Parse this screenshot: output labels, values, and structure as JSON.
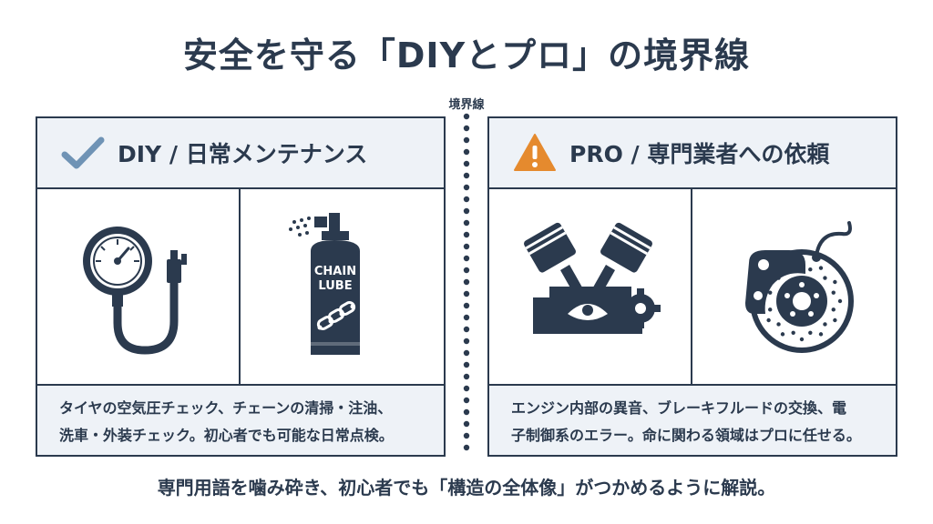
{
  "title": "安全を守る「DIYとプロ」の境界線",
  "divider": {
    "label": "境界線"
  },
  "diy": {
    "header": "DIY / 日常メンテナンス",
    "header_icon": "checkmark-icon",
    "icons": [
      "tire-pressure-gauge-icon",
      "chain-lube-spray-icon"
    ],
    "can_label_line1": "CHAIN",
    "can_label_line2": "LUBE",
    "description_line1": "タイヤの空気圧チェック、チェーンの清掃・注油、",
    "description_line2": "洗車・外装チェック。初心者でも可能な日常点検。"
  },
  "pro": {
    "header": "PRO / 専門業者への依頼",
    "header_icon": "warning-triangle-icon",
    "icons": [
      "engine-pistons-icon",
      "brake-disc-caliper-icon"
    ],
    "description_line1": "エンジン内部の異音、ブレーキフルードの交換、電",
    "description_line2": "子制御系のエラー。命に関わる領域はプロに任せる。"
  },
  "footer": "専門用語を噛み砕き、初心者でも「構造の全体像」がつかめるように解説。",
  "colors": {
    "navy": "#2b3a4e",
    "header_bg": "#eef2f7",
    "check": "#6f93b5",
    "warning": "#e58a2e"
  }
}
